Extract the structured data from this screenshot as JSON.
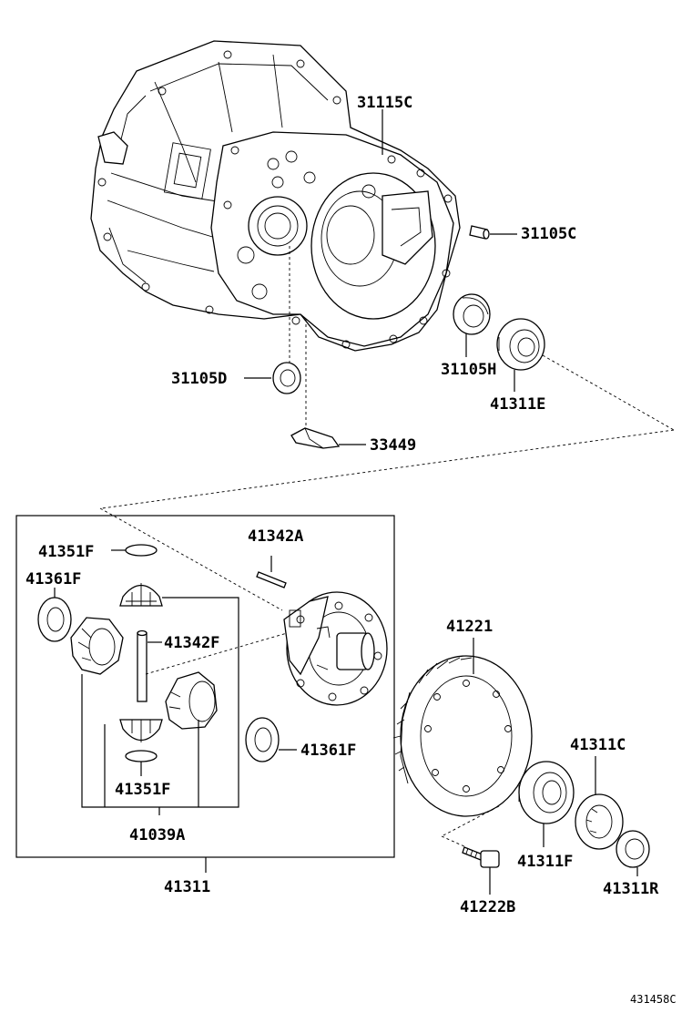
{
  "labels": {
    "p31115C": "31115C",
    "p31105C": "31105C",
    "p31105H": "31105H",
    "p41311E": "41311E",
    "p31105D": "31105D",
    "p33449": "33449",
    "p41342A": "41342A",
    "p41351F_top": "41351F",
    "p41361F_left": "41361F",
    "p41342F": "41342F",
    "p41361F_right": "41361F",
    "p41351F_bottom": "41351F",
    "p41039A": "41039A",
    "p41311": "41311",
    "p41221": "41221",
    "p41311C": "41311C",
    "p41311F": "41311F",
    "p41311R": "41311R",
    "p41222B": "41222B"
  },
  "diagram_code": "431458C"
}
